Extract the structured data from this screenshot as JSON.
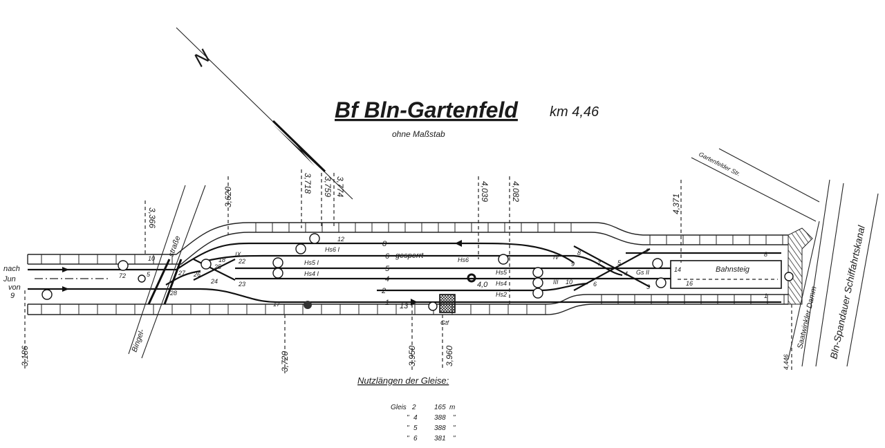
{
  "header": {
    "title": "Bf Bln-Gartenfeld",
    "km": "km 4,46",
    "subtitle": "ohne Maßstab",
    "north": "N"
  },
  "km_markers": [
    "3,186",
    "3,366",
    "3,620",
    "3,720",
    "3,718",
    "3,759",
    "3,774",
    "3,950",
    "3,960",
    "4,039",
    "4,082",
    "4,371",
    "4,446"
  ],
  "streets": {
    "bingel_1": "Bingel-",
    "bingel_2": "straße",
    "gartenfelder": "Gartenfelder Str.",
    "saatwinkler": "Saatwinkler Damm",
    "kanal": "Bln-Spandauer Schiffahrtskanal"
  },
  "left_labels": {
    "nach": "nach",
    "jun": "Jun",
    "von": "von",
    "nine": "9"
  },
  "tracks": {
    "t8": "8",
    "t6": "6",
    "t5": "5",
    "t4": "4",
    "t2": "2",
    "t1": "1",
    "gesperrt": "gesperrt"
  },
  "signals": {
    "hs6i": "Hs6 I",
    "hs5i": "Hs5 I",
    "hs4i": "Hs4 I",
    "hs6": "Hs6",
    "hs5": "Hs5",
    "hs4": "Hs4",
    "hs2": "Hs2",
    "s12": "12",
    "s10": "10",
    "s5": "5",
    "s72": "72",
    "s18": "18",
    "s9x": "IX",
    "s22": "22",
    "s27": "27",
    "s26": "26",
    "s25": "25",
    "s24": "24",
    "s23": "23",
    "s28": "28",
    "s17": "17",
    "s13": "13",
    "gtf": "Gtf",
    "s40": "4,0",
    "r_iv": "IV",
    "r8": "8",
    "r9": "9",
    "r7": "7",
    "r5": "5",
    "r4": "4",
    "r6": "6",
    "r10": "10",
    "r_iii": "III",
    "r2": "2",
    "r3": "3",
    "gs2": "Gs II",
    "r14": "14",
    "r16": "16",
    "r8b": "8",
    "r1": "1"
  },
  "platform": {
    "label": "Bahnsteig"
  },
  "legend": {
    "title": "Nutzlängen der Gleise:",
    "rows": [
      {
        "prefix": "Gleis",
        "track": "2",
        "length": "165",
        "unit": "m"
      },
      {
        "prefix": "\"",
        "track": "4",
        "length": "388",
        "unit": "\""
      },
      {
        "prefix": "\"",
        "track": "5",
        "length": "388",
        "unit": "\""
      },
      {
        "prefix": "\"",
        "track": "6",
        "length": "381",
        "unit": "\""
      }
    ]
  }
}
